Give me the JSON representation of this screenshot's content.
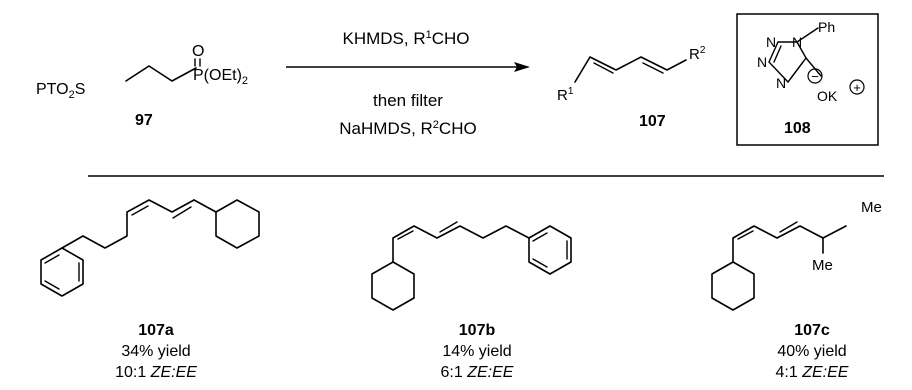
{
  "scheme": {
    "reagent": {
      "so2": "PTO",
      "so2_sub": "2",
      "so2_s": "S",
      "o_label": "O",
      "p_label": "P(OEt)",
      "p_sub": "2",
      "number": "97"
    },
    "conditions": {
      "top_prefix": "KHMDS, R",
      "top_sup": "1",
      "top_suffix": "CHO",
      "line2": "then filter",
      "line3_prefix": "NaHMDS, R",
      "line3_sup": "2",
      "line3_suffix": "CHO"
    },
    "product": {
      "r1": "R",
      "r1_sup": "1",
      "r2": "R",
      "r2_sup": "2",
      "number": "107"
    },
    "salt": {
      "n": "N",
      "ph": "Ph",
      "minus": "−",
      "plus": "+",
      "ok": "OK",
      "number": "108"
    }
  },
  "examples": [
    {
      "id": "107a",
      "yield": "34% yield",
      "ratio_prefix": "10:1 ",
      "ratio_iso": "ZE:EE"
    },
    {
      "id": "107b",
      "yield": "14% yield",
      "ratio_prefix": "6:1 ",
      "ratio_iso": "ZE:EE"
    },
    {
      "id": "107c",
      "yield": "40% yield",
      "ratio_prefix": "4:1 ",
      "ratio_iso": "ZE:EE",
      "me_top": "Me",
      "me_bottom": "Me"
    }
  ]
}
